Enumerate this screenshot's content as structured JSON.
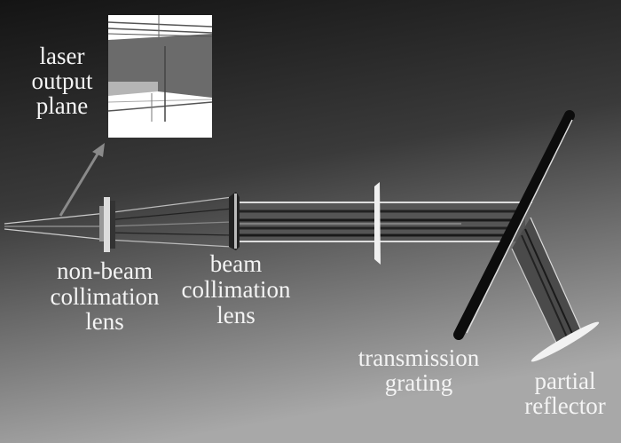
{
  "labels": {
    "laser_output_plane": [
      "laser",
      "output",
      "plane"
    ],
    "non_beam_collimation_lens": [
      "non-beam",
      "collimation",
      "lens"
    ],
    "beam_collimation_lens": [
      "beam",
      "collimation",
      "lens"
    ],
    "transmission_grating": [
      "transmission",
      "grating"
    ],
    "partial_reflector": [
      "partial",
      "reflector"
    ]
  },
  "colors": {
    "background_top": "#141414",
    "background_bottom": "#a8a8a8",
    "label": "#f4f4f4",
    "arrow": "#8a8a8a"
  }
}
